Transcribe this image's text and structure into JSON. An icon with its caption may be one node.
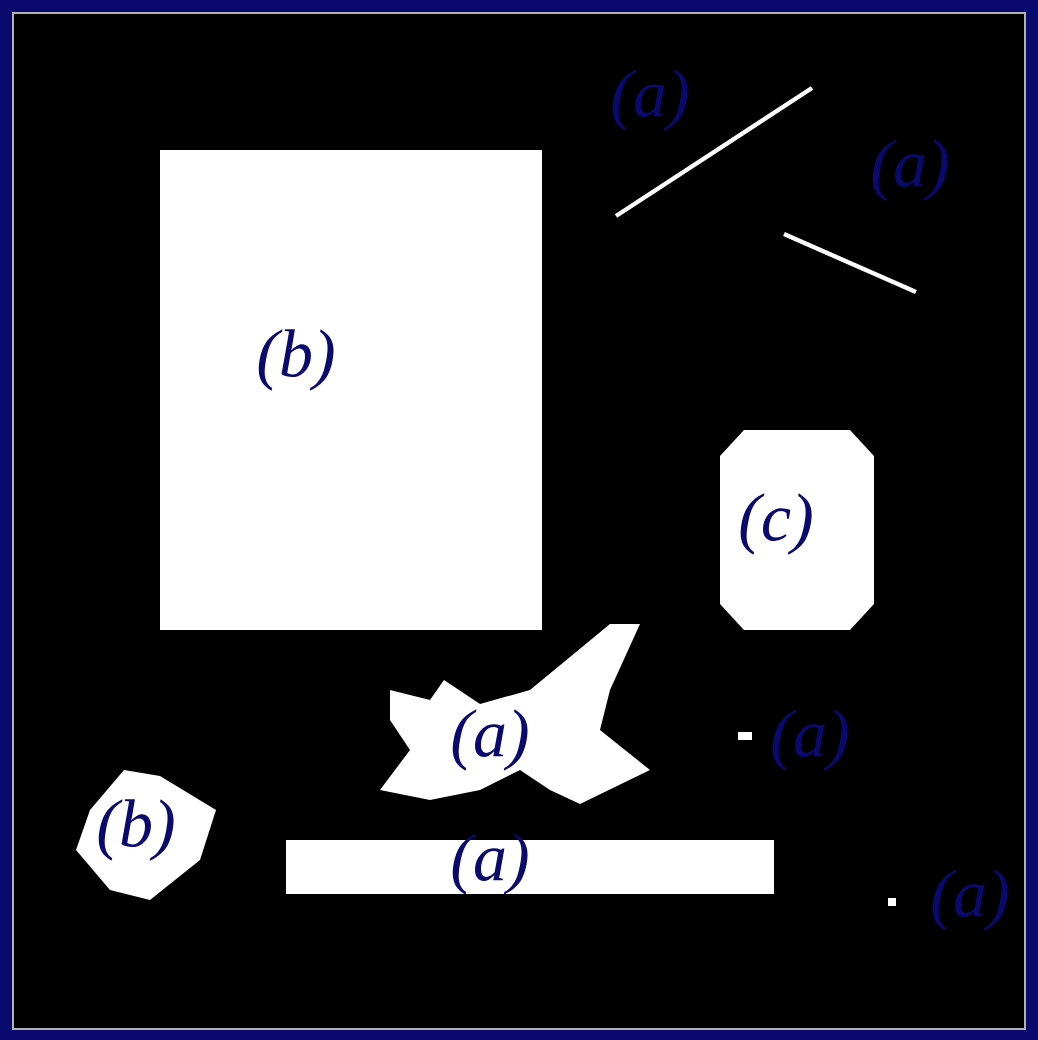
{
  "diagram": {
    "nodes": [
      {
        "text": [
          "(b)"
        ]
      },
      {
        "text": [
          "(c)"
        ]
      },
      {
        "text": [
          "(a)"
        ]
      },
      {
        "text": [
          "(b)"
        ]
      },
      {
        "text": [
          "(a)"
        ]
      }
    ],
    "labels": [
      "(a)",
      "(a)",
      "(a)",
      "(a)"
    ]
  }
}
